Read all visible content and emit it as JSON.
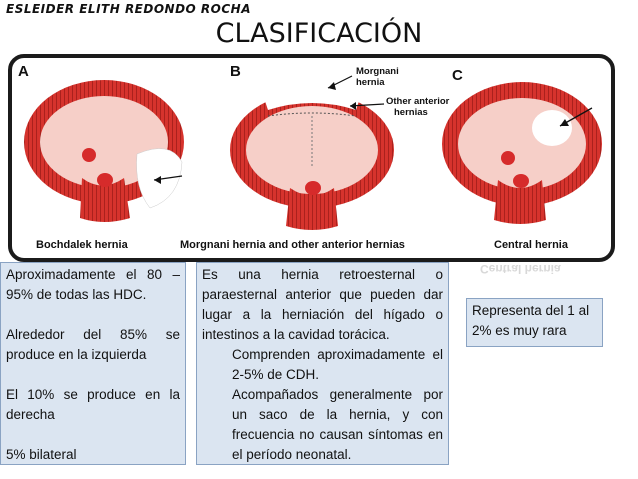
{
  "header": {
    "author": "ESLEIDER ELITH REDONDO ROCHA",
    "title": "CLASIFICACIÓN"
  },
  "figure": {
    "panels": [
      {
        "letter": "A",
        "caption": "Bochdalek hernia"
      },
      {
        "letter": "B",
        "caption": "Morgnani hernia and other anterior hernias"
      },
      {
        "letter": "C",
        "caption": "Central hernia"
      }
    ],
    "labels": {
      "morgnani": [
        "Morgnani",
        "hernia"
      ],
      "anterior": [
        "Other anterior",
        "hernias"
      ]
    },
    "mirror_text": "Central hernia",
    "colors": {
      "muscle": "#d6332d",
      "muscle_dark": "#8e1512",
      "center": "#f6cfc8",
      "defect": "#ffffff"
    }
  },
  "boxes": {
    "bochdalek": [
      "Aproximadamente el 80 – 95% de todas las HDC.",
      "Alrededor del 85% se produce en la izquierda",
      "El 10% se produce en la derecha",
      "5% bilateral"
    ],
    "morgnani": {
      "intro": "Es una hernia retroesternal o paraesternal anterior que pueden dar lugar a la herniación del hígado o intestinos a la cavidad torácica.",
      "line1": "Comprenden aproximadamente el 2-5% de CDH.",
      "line2": "Acompañados generalmente por un saco de la hernia, y con frecuencia no causan síntomas en el período neonatal."
    },
    "central": "Representa del 1 al 2% es muy rara"
  }
}
